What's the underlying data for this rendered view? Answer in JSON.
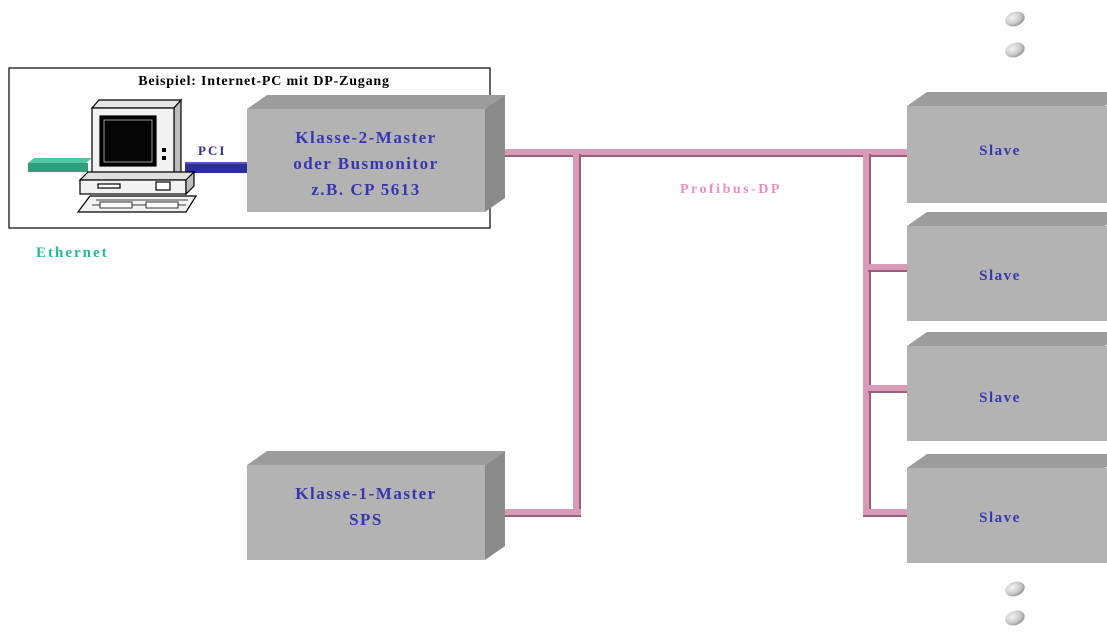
{
  "example_box": {
    "title": "Beispiel: Internet-PC mit DP-Zugang"
  },
  "links": {
    "pci_label": "PCI",
    "ethernet_label": "Ethernet",
    "bus_label": "Profibus-DP"
  },
  "master2": {
    "line1": "Klasse-2-Master",
    "line2": "oder Busmonitor",
    "line3": "z.B. CP 5613"
  },
  "master1": {
    "line1": "Klasse-1-Master",
    "line2": "SPS"
  },
  "slaves": [
    {
      "label": "Slave"
    },
    {
      "label": "Slave"
    },
    {
      "label": "Slave"
    },
    {
      "label": "Slave"
    }
  ],
  "colors": {
    "box_front": "#b3b3b3",
    "box_top": "#9c9c9c",
    "box_side": "#8a8a8a",
    "bus": "#c87aa0",
    "ethernet": "#2e9e7c",
    "pci": "#2e2e9a",
    "label_blue": "#3a35b0"
  }
}
